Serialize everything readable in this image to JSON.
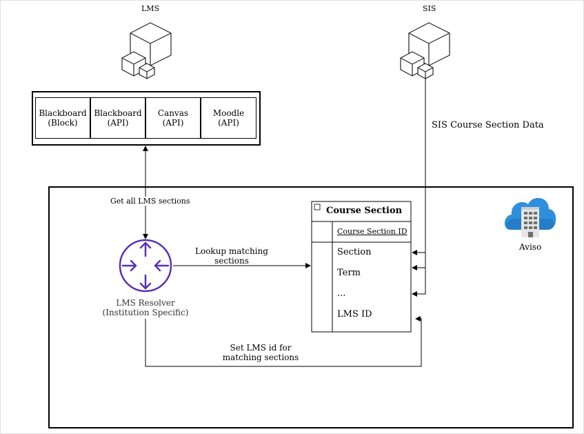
{
  "lms": {
    "title": "LMS",
    "platforms": [
      {
        "name": "Blackboard",
        "variant": "(Block)"
      },
      {
        "name": "Blackboard",
        "variant": "(API)"
      },
      {
        "name": "Canvas",
        "variant": "(API)"
      },
      {
        "name": "Moodle",
        "variant": "(API)"
      }
    ]
  },
  "sis": {
    "title": "SIS",
    "data_label": "SIS Course Section Data"
  },
  "flows": {
    "get_sections": "Get all LMS sections",
    "lookup_line1": "Lookup matching",
    "lookup_line2": "sections",
    "set_id_line1": "Set LMS id for",
    "set_id_line2": "matching sections"
  },
  "resolver": {
    "line1": "LMS Resolver",
    "line2": "(Institution Specific)",
    "icon": "router-icon",
    "color": "#5a30b5"
  },
  "table": {
    "title": "Course Section",
    "collapse_glyph": "−",
    "key": "Course Section ID",
    "rows": [
      "Section",
      "Term",
      "...",
      "LMS ID"
    ]
  },
  "aviso": {
    "label": "Aviso",
    "icon": "cloud-building-icon",
    "color": "#2f8fdc"
  }
}
